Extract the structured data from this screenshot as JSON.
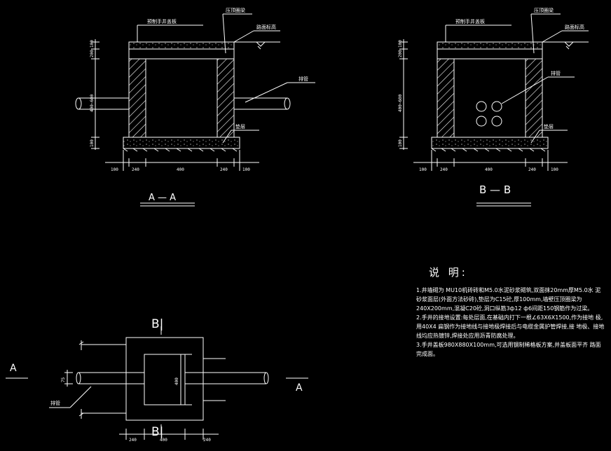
{
  "section_aa": {
    "title": "A — A",
    "labels": {
      "cover": "预制手井盖板",
      "wall": "压顶圈梁",
      "road": "路面标高",
      "pipe": "排管",
      "cushion": "垫层"
    },
    "dims_vertical": [
      "100",
      "200",
      "400~600",
      "100"
    ],
    "dims_horizontal": [
      "100",
      "240",
      "400",
      "240",
      "100"
    ]
  },
  "section_bb": {
    "title": "B — B",
    "labels": {
      "cover": "预制手井盖板",
      "wall": "压顶圈梁",
      "road": "路面标高",
      "pipe": "排管",
      "cushion": "垫层"
    },
    "dims_vertical": [
      "100",
      "200",
      "400~600",
      "100"
    ],
    "dims_horizontal": [
      "100",
      "240",
      "400",
      "240",
      "100"
    ]
  },
  "plan": {
    "section_mark_top": "B|",
    "section_mark_bottom": "B|",
    "mark_left": "A",
    "mark_right": "A",
    "pipe_label": "排管",
    "pipe_dim": "75",
    "inner_dim": "400",
    "dims_horizontal": [
      "240",
      "400",
      "240"
    ]
  },
  "notes": {
    "title": "说 明:",
    "items": [
      "1.井墙砌为 MU10机砖砖和M5.0水泥砂浆砌筑,双面抹20mm厚M5.0水 泥砂浆面层(外面方法砂砖),垫层为C15砼,厚100mm,墙壁压顶圈梁为 240X200mm,混凝C20砼,洞口纵筋3ф12 ф6间距150钢筋作为过梁。",
      "2.手井的接地设置:每处层面,在基础内打下一根∠63X6X1500,作为接地 极,用40X4 扁钢作为接地线与接地极焊接后与电缆金属护管焊接,接 地极、接地线均应热镀锌,焊接处应用沥青防腐处理。",
      "3.手井盖板980X880X100mm,可选用钢制稀格板方案,并盖板面平齐 路面完成面。"
    ]
  }
}
